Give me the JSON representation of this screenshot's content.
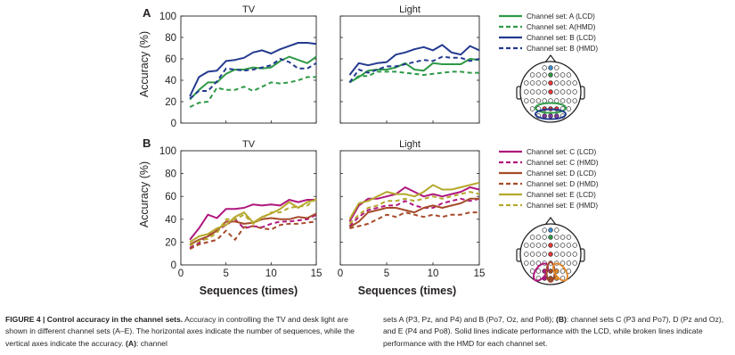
{
  "figure_caption": {
    "label": "FIGURE 4 | Control accuracy in the channel sets.",
    "text_left": "Accuracy in controlling the TV and desk light are shown in different channel sets (A–E). The horizontal axes indicate the number of sequences, while the vertical axes indicate the accuracy.",
    "panel_a_ref": "(A)",
    "text_left_tail": ": channel",
    "text_right_head": "sets A (P3, Pz, and P4) and B (Po7, Oz, and Po8);",
    "panel_b_ref": "(B)",
    "text_right_tail": ": channel sets C (P3 and Po7), D (Pz and Oz), and E (P4 and Po8). Solid lines indicate performance with the LCD, while broken lines indicate performance with the HMD for each channel set."
  },
  "colors": {
    "green": "#2e9a47",
    "blue": "#233a8f",
    "magenta": "#b0177e",
    "brown": "#a64b2a",
    "olive": "#b5a82c"
  },
  "chart_data": [
    {
      "type": "line",
      "panel": "A",
      "title": "TV",
      "xlabel": "",
      "ylabel": "Accuracy (%)",
      "xlim": [
        0,
        15
      ],
      "ylim": [
        0,
        100
      ],
      "xticks": [
        0,
        5,
        10,
        15
      ],
      "yticks": [
        0,
        20,
        40,
        60,
        80,
        100
      ],
      "x": [
        1,
        2,
        3,
        4,
        5,
        6,
        7,
        8,
        9,
        10,
        11,
        12,
        13,
        14,
        15
      ],
      "series": [
        {
          "name": "Channel set: A (LCD)",
          "color": "green",
          "dash": false,
          "values": [
            22,
            31,
            38,
            38,
            46,
            50,
            50,
            52,
            51,
            52,
            58,
            62,
            59,
            56,
            62
          ]
        },
        {
          "name": "Channel set: A(HMD)",
          "color": "green",
          "dash": true,
          "values": [
            15,
            19,
            20,
            33,
            31,
            31,
            34,
            30,
            34,
            38,
            37,
            38,
            40,
            43,
            43
          ]
        },
        {
          "name": "Channel set: B (LCD)",
          "color": "blue",
          "dash": false,
          "values": [
            25,
            43,
            48,
            49,
            58,
            59,
            61,
            66,
            68,
            65,
            69,
            72,
            75,
            75,
            74
          ]
        },
        {
          "name": "Channel set: B (HMD)",
          "color": "blue",
          "dash": true,
          "values": [
            23,
            30,
            30,
            39,
            51,
            50,
            49,
            50,
            52,
            54,
            60,
            57,
            51,
            51,
            56
          ]
        }
      ]
    },
    {
      "type": "line",
      "panel": "A",
      "title": "Light",
      "xlabel": "",
      "ylabel": "",
      "xlim": [
        0,
        15
      ],
      "ylim": [
        0,
        100
      ],
      "xticks": [
        0,
        5,
        10,
        15
      ],
      "yticks": [
        0,
        20,
        40,
        60,
        80,
        100
      ],
      "x": [
        1,
        2,
        3,
        4,
        5,
        6,
        7,
        8,
        9,
        10,
        11,
        12,
        13,
        14,
        15
      ],
      "series": [
        {
          "name": "Channel set: A (LCD)",
          "color": "green",
          "dash": false,
          "values": [
            38,
            43,
            49,
            50,
            50,
            52,
            56,
            50,
            49,
            56,
            55,
            55,
            55,
            60,
            59
          ]
        },
        {
          "name": "Channel set: A(HMD)",
          "color": "green",
          "dash": true,
          "values": [
            38,
            44,
            44,
            48,
            48,
            48,
            47,
            46,
            45,
            46,
            47,
            48,
            48,
            47,
            47
          ]
        },
        {
          "name": "Channel set: B (LCD)",
          "color": "blue",
          "dash": false,
          "values": [
            45,
            56,
            54,
            56,
            57,
            64,
            66,
            69,
            71,
            68,
            73,
            66,
            64,
            72,
            68
          ]
        },
        {
          "name": "Channel set: B (HMD)",
          "color": "blue",
          "dash": true,
          "values": [
            38,
            50,
            47,
            50,
            53,
            53,
            55,
            57,
            59,
            58,
            62,
            61,
            61,
            58,
            60
          ]
        }
      ]
    },
    {
      "type": "line",
      "panel": "B",
      "title": "TV",
      "xlabel": "Sequences (times)",
      "ylabel": "Accuracy (%)",
      "xlim": [
        0,
        15
      ],
      "ylim": [
        0,
        100
      ],
      "xticks": [
        0,
        5,
        10,
        15
      ],
      "yticks": [
        0,
        20,
        40,
        60,
        80,
        100
      ],
      "x": [
        1,
        2,
        3,
        4,
        5,
        6,
        7,
        8,
        9,
        10,
        11,
        12,
        13,
        14,
        15
      ],
      "series": [
        {
          "name": "Channel set: C (LCD)",
          "color": "magenta",
          "dash": false,
          "values": [
            22,
            32,
            44,
            41,
            49,
            49,
            50,
            53,
            52,
            53,
            52,
            57,
            55,
            57,
            57
          ]
        },
        {
          "name": "Channel set: C (HMD)",
          "color": "magenta",
          "dash": true,
          "values": [
            15,
            19,
            26,
            30,
            35,
            40,
            32,
            34,
            33,
            36,
            38,
            38,
            39,
            40,
            44
          ]
        },
        {
          "name": "Channel set: D (LCD)",
          "color": "brown",
          "dash": false,
          "values": [
            18,
            22,
            25,
            30,
            38,
            38,
            36,
            37,
            40,
            41,
            40,
            40,
            42,
            41,
            45
          ]
        },
        {
          "name": "Channel set: D (HMD)",
          "color": "brown",
          "dash": true,
          "values": [
            14,
            18,
            20,
            22,
            30,
            22,
            33,
            34,
            32,
            31,
            35,
            36,
            36,
            37,
            38
          ]
        },
        {
          "name": "Channel set: E (LCD)",
          "color": "olive",
          "dash": false,
          "values": [
            20,
            25,
            27,
            32,
            35,
            42,
            46,
            37,
            42,
            45,
            49,
            55,
            50,
            55,
            57
          ]
        },
        {
          "name": "Channel set: E (HMD)",
          "color": "olive",
          "dash": true,
          "values": [
            17,
            21,
            23,
            28,
            40,
            40,
            44,
            36,
            41,
            46,
            46,
            50,
            51,
            52,
            58
          ]
        }
      ]
    },
    {
      "type": "line",
      "panel": "B",
      "title": "Light",
      "xlabel": "Sequences (times)",
      "ylabel": "",
      "xlim": [
        0,
        15
      ],
      "ylim": [
        0,
        100
      ],
      "xticks": [
        0,
        5,
        10,
        15
      ],
      "yticks": [
        0,
        20,
        40,
        60,
        80,
        100
      ],
      "x": [
        1,
        2,
        3,
        4,
        5,
        6,
        7,
        8,
        9,
        10,
        11,
        12,
        13,
        14,
        15
      ],
      "series": [
        {
          "name": "Channel set: C (LCD)",
          "color": "magenta",
          "dash": false,
          "values": [
            38,
            52,
            58,
            58,
            60,
            62,
            68,
            64,
            60,
            62,
            60,
            62,
            64,
            68,
            66
          ]
        },
        {
          "name": "Channel set: C (HMD)",
          "color": "magenta",
          "dash": true,
          "values": [
            34,
            42,
            48,
            50,
            52,
            52,
            56,
            52,
            50,
            50,
            54,
            56,
            58,
            56,
            58
          ]
        },
        {
          "name": "Channel set: D (LCD)",
          "color": "brown",
          "dash": false,
          "values": [
            33,
            38,
            46,
            48,
            50,
            50,
            48,
            46,
            50,
            52,
            50,
            52,
            54,
            58,
            58
          ]
        },
        {
          "name": "Channel set: D (HMD)",
          "color": "brown",
          "dash": true,
          "values": [
            32,
            34,
            36,
            40,
            44,
            42,
            46,
            44,
            42,
            44,
            42,
            44,
            44,
            46,
            46
          ]
        },
        {
          "name": "Channel set: E (LCD)",
          "color": "olive",
          "dash": false,
          "values": [
            40,
            54,
            56,
            60,
            64,
            62,
            62,
            60,
            64,
            70,
            66,
            66,
            68,
            70,
            72
          ]
        },
        {
          "name": "Channel set: E (HMD)",
          "color": "olive",
          "dash": true,
          "values": [
            36,
            44,
            50,
            52,
            56,
            56,
            58,
            56,
            58,
            60,
            58,
            60,
            62,
            64,
            62
          ]
        }
      ]
    }
  ],
  "legends": [
    {
      "items": [
        {
          "label": "Channel set: A (LCD)",
          "color": "green",
          "dash": false
        },
        {
          "label": "Channel set: A(HMD)",
          "color": "green",
          "dash": true
        },
        {
          "label": "Channel set: B (LCD)",
          "color": "blue",
          "dash": false
        },
        {
          "label": "Channel set: B (HMD)",
          "color": "blue",
          "dash": true
        }
      ]
    },
    {
      "items": [
        {
          "label": "Channel set: C (LCD)",
          "color": "magenta",
          "dash": false
        },
        {
          "label": "Channel set: C (HMD)",
          "color": "magenta",
          "dash": true
        },
        {
          "label": "Channel set: D (LCD)",
          "color": "brown",
          "dash": false
        },
        {
          "label": "Channel set: D (HMD)",
          "color": "brown",
          "dash": true
        },
        {
          "label": "Channel set: E (LCD)",
          "color": "olive",
          "dash": false
        },
        {
          "label": "Channel set: E (HMD)",
          "color": "olive",
          "dash": true
        }
      ]
    }
  ]
}
